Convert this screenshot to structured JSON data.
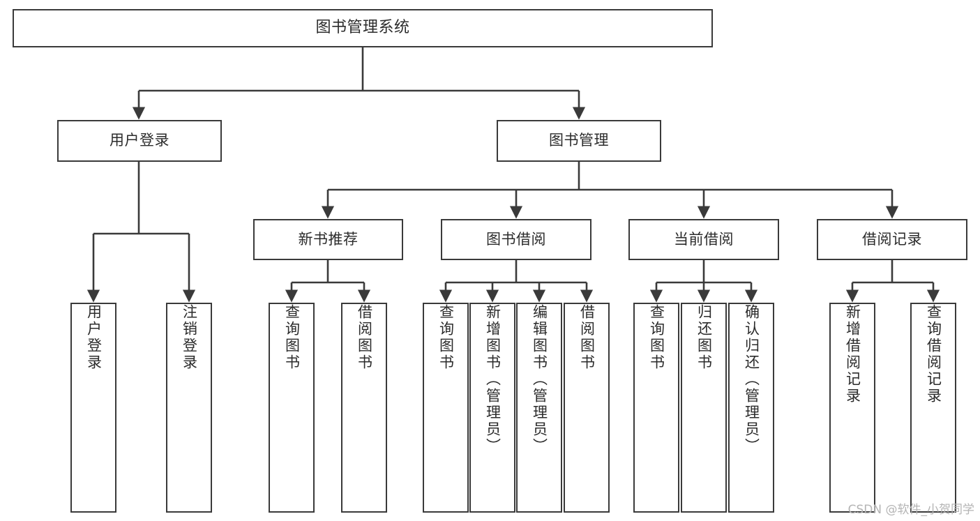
{
  "diagram": {
    "title": "图书管理系统",
    "type": "hierarchy-tree",
    "line_color": "#3a3a3a",
    "box_fill": "#ffffff",
    "text_color": "#2b2b2b"
  },
  "nodes": {
    "root": {
      "label": "图书管理系统"
    },
    "level2": [
      {
        "id": "user-login",
        "label": "用户登录"
      },
      {
        "id": "book-management",
        "label": "图书管理"
      }
    ],
    "level3": [
      {
        "id": "new-book-recommend",
        "label": "新书推荐"
      },
      {
        "id": "book-borrow",
        "label": "图书借阅"
      },
      {
        "id": "current-borrow",
        "label": "当前借阅"
      },
      {
        "id": "borrow-record",
        "label": "借阅记录"
      }
    ],
    "leaves": {
      "user_login": [
        {
          "id": "leaf-user-login",
          "label": "用户登录"
        },
        {
          "id": "leaf-logout",
          "label": "注销登录"
        }
      ],
      "new_book_recommend": [
        {
          "id": "leaf-query-book-1",
          "label": "查询图书"
        },
        {
          "id": "leaf-borrow-book-1",
          "label": "借阅图书"
        }
      ],
      "book_borrow": [
        {
          "id": "leaf-query-book-2",
          "label": "查询图书"
        },
        {
          "id": "leaf-add-book",
          "label": "新增图书（管理员）"
        },
        {
          "id": "leaf-edit-book",
          "label": "编辑图书（管理员）"
        },
        {
          "id": "leaf-borrow-book-2",
          "label": "借阅图书"
        }
      ],
      "current_borrow": [
        {
          "id": "leaf-query-book-3",
          "label": "查询图书"
        },
        {
          "id": "leaf-return-book",
          "label": "归还图书"
        },
        {
          "id": "leaf-confirm-return",
          "label": "确认归还（管理员）"
        }
      ],
      "borrow_record": [
        {
          "id": "leaf-add-record",
          "label": "新增借阅记录"
        },
        {
          "id": "leaf-query-record",
          "label": "查询借阅记录"
        }
      ]
    }
  },
  "watermark": {
    "text": "CSDN @软件_小贺同学"
  }
}
